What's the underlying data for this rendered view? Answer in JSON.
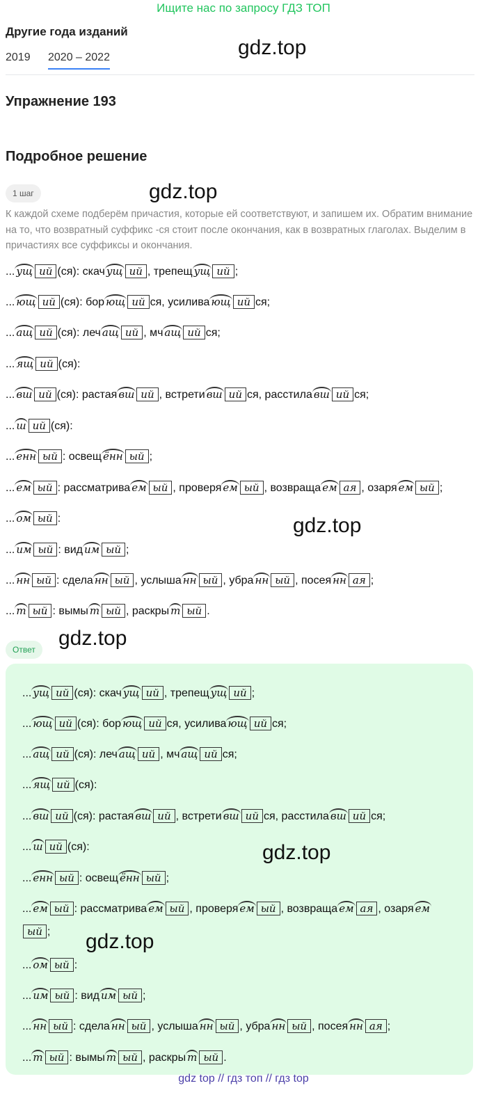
{
  "banner": "Ищите нас по запросу ГДЗ ТОП",
  "editions": {
    "title": "Другие года изданий",
    "years": [
      "2019",
      "2020 – 2022"
    ]
  },
  "watermark": "gdz.top",
  "exercise_title": "Упражнение 193",
  "solution_title": "Подробное решение",
  "step_label": "1 шаг",
  "intro": "К каждой схеме подберём причастия, которые ей соответствуют, и запишем их. Обратим внимание на то, что возвратный суффикс -ся стоит после окончания, как в возвратных глаголах. Выделим в причастиях все суффиксы и окончания.",
  "answer_label": "Ответ",
  "lines": [
    [
      [
        "t",
        "..."
      ],
      [
        "a",
        "ущ"
      ],
      [
        "b",
        "ий"
      ],
      [
        "t",
        "(ся): скач"
      ],
      [
        "a",
        "ущ"
      ],
      [
        "b",
        "ий"
      ],
      [
        "t",
        ", трепещ"
      ],
      [
        "a",
        "ущ"
      ],
      [
        "b",
        "ий"
      ],
      [
        "t",
        ";"
      ]
    ],
    [
      [
        "t",
        "..."
      ],
      [
        "a",
        "ющ"
      ],
      [
        "b",
        "ий"
      ],
      [
        "t",
        "(ся): бор"
      ],
      [
        "a",
        "ющ"
      ],
      [
        "b",
        "ий"
      ],
      [
        "t",
        "ся, усилива"
      ],
      [
        "a",
        "ющ"
      ],
      [
        "b",
        "ий"
      ],
      [
        "t",
        "ся;"
      ]
    ],
    [
      [
        "t",
        "..."
      ],
      [
        "a",
        "ащ"
      ],
      [
        "b",
        "ий"
      ],
      [
        "t",
        "(ся): леч"
      ],
      [
        "a",
        "ащ"
      ],
      [
        "b",
        "ий"
      ],
      [
        "t",
        ", мч"
      ],
      [
        "a",
        "ащ"
      ],
      [
        "b",
        "ий"
      ],
      [
        "t",
        "ся;"
      ]
    ],
    [
      [
        "t",
        "..."
      ],
      [
        "a",
        "ящ"
      ],
      [
        "b",
        "ий"
      ],
      [
        "t",
        "(ся):"
      ]
    ],
    [
      [
        "t",
        "..."
      ],
      [
        "a",
        "вш"
      ],
      [
        "b",
        "ий"
      ],
      [
        "t",
        "(ся): растая"
      ],
      [
        "a",
        "вш"
      ],
      [
        "b",
        "ий"
      ],
      [
        "t",
        ", встрети"
      ],
      [
        "a",
        "вш"
      ],
      [
        "b",
        "ий"
      ],
      [
        "t",
        "ся, расстила"
      ],
      [
        "a",
        "вш"
      ],
      [
        "b",
        "ий"
      ],
      [
        "t",
        "ся;"
      ]
    ],
    [
      [
        "t",
        "..."
      ],
      [
        "a",
        "ш"
      ],
      [
        "b",
        "ий"
      ],
      [
        "t",
        "(ся):"
      ]
    ],
    [
      [
        "t",
        "..."
      ],
      [
        "a",
        "енн"
      ],
      [
        "b",
        "ый"
      ],
      [
        "t",
        ": освещ"
      ],
      [
        "a",
        "ённ"
      ],
      [
        "b",
        "ый"
      ],
      [
        "t",
        ";"
      ]
    ],
    [
      [
        "t",
        "..."
      ],
      [
        "a",
        "ем"
      ],
      [
        "b",
        "ый"
      ],
      [
        "t",
        ": рассматрива"
      ],
      [
        "a",
        "ем"
      ],
      [
        "b",
        "ый"
      ],
      [
        "t",
        ", проверя"
      ],
      [
        "a",
        "ем"
      ],
      [
        "b",
        "ый"
      ],
      [
        "t",
        ", возвраща"
      ],
      [
        "a",
        "ем"
      ],
      [
        "b",
        "ая"
      ],
      [
        "t",
        ", озаря"
      ],
      [
        "a",
        "ем"
      ],
      [
        "b",
        "ый"
      ],
      [
        "t",
        ";"
      ]
    ],
    [
      [
        "t",
        "..."
      ],
      [
        "a",
        "ом"
      ],
      [
        "b",
        "ый"
      ],
      [
        "t",
        ":"
      ]
    ],
    [
      [
        "t",
        "..."
      ],
      [
        "a",
        "им"
      ],
      [
        "b",
        "ый"
      ],
      [
        "t",
        ": вид"
      ],
      [
        "a",
        "им"
      ],
      [
        "b",
        "ый"
      ],
      [
        "t",
        ";"
      ]
    ],
    [
      [
        "t",
        "..."
      ],
      [
        "a",
        "нн"
      ],
      [
        "b",
        "ый"
      ],
      [
        "t",
        ": сдела"
      ],
      [
        "a",
        "нн"
      ],
      [
        "b",
        "ый"
      ],
      [
        "t",
        ", услыша"
      ],
      [
        "a",
        "нн"
      ],
      [
        "b",
        "ый"
      ],
      [
        "t",
        ", убра"
      ],
      [
        "a",
        "нн"
      ],
      [
        "b",
        "ый"
      ],
      [
        "t",
        ", посея"
      ],
      [
        "a",
        "нн"
      ],
      [
        "b",
        "ая"
      ],
      [
        "t",
        ";"
      ]
    ],
    [
      [
        "t",
        "..."
      ],
      [
        "a",
        "т"
      ],
      [
        "b",
        "ый"
      ],
      [
        "t",
        ": вымы"
      ],
      [
        "a",
        "т"
      ],
      [
        "b",
        "ый"
      ],
      [
        "t",
        ", раскры"
      ],
      [
        "a",
        "т"
      ],
      [
        "b",
        "ый"
      ],
      [
        "t",
        "."
      ]
    ]
  ],
  "footer": "gdz top  //  гдз топ  //  гдз top"
}
